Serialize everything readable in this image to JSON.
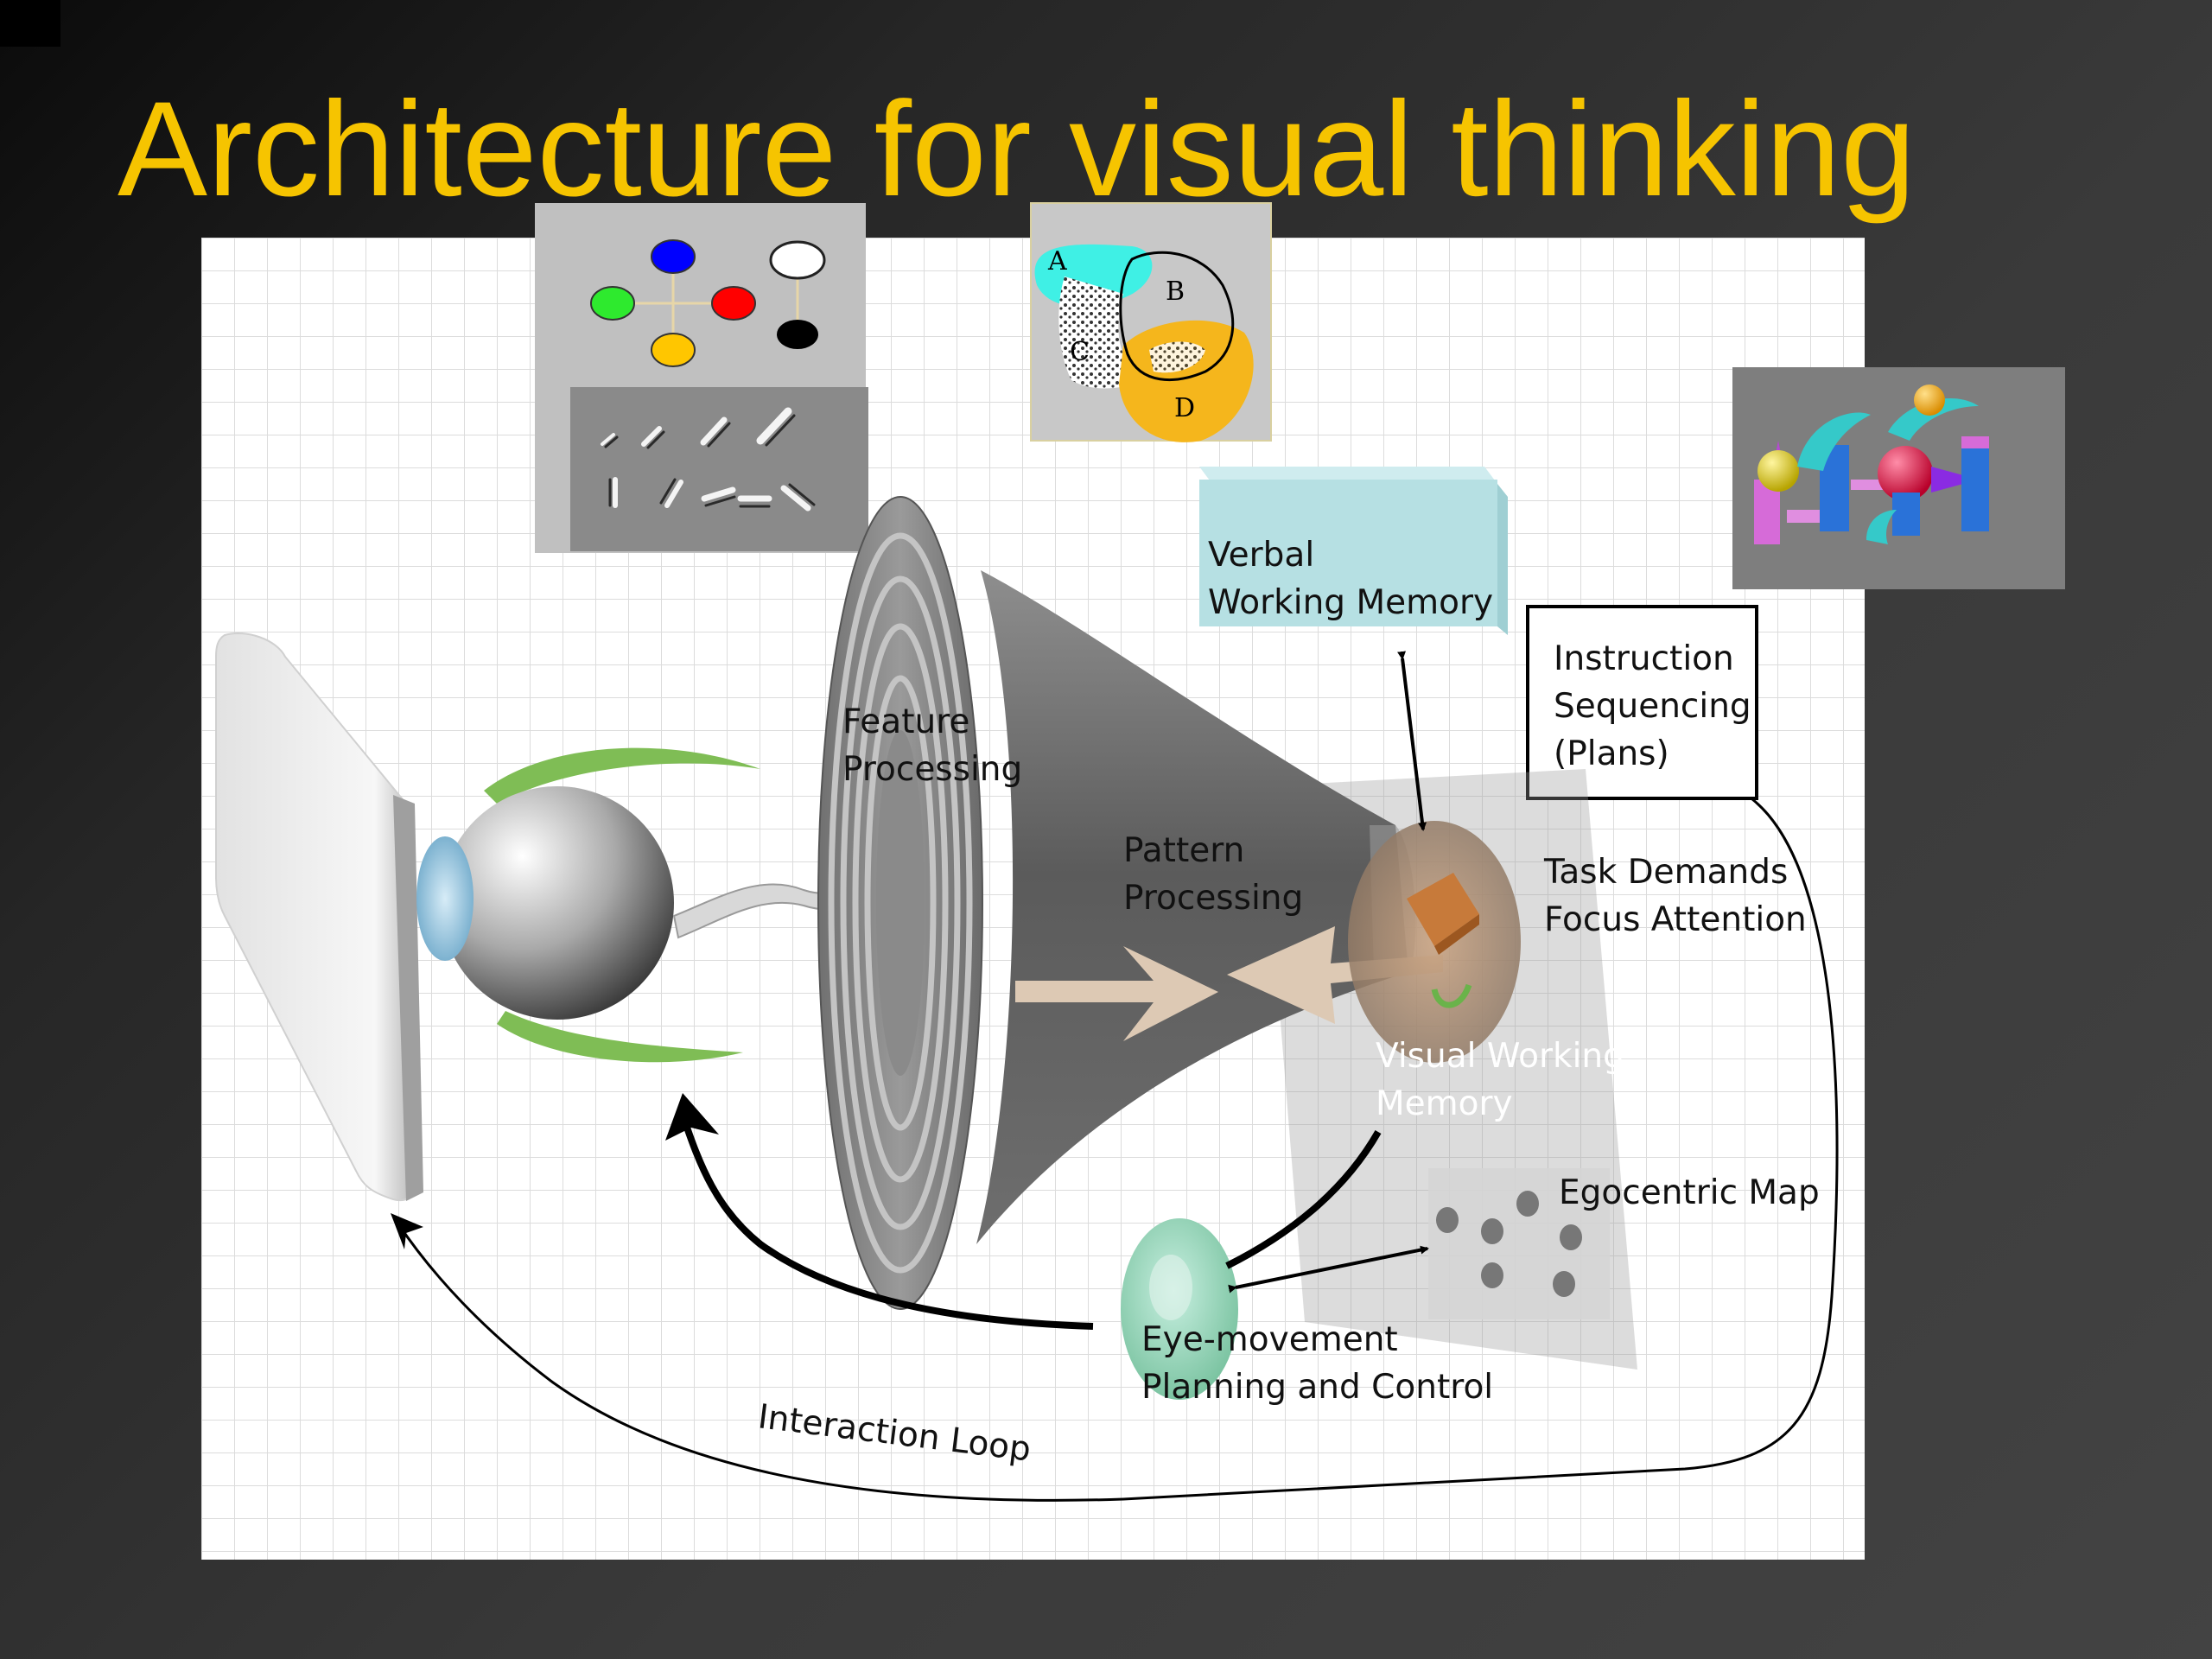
{
  "slide": {
    "title": "Architecture for visual thinking"
  },
  "labels": {
    "verbal_wm": [
      "Verbal",
      "Working Memory"
    ],
    "instruction": [
      "Instruction",
      "Sequencing",
      "(Plans)"
    ],
    "feature": [
      "Feature",
      "Processing"
    ],
    "pattern": [
      "Pattern",
      "Processing"
    ],
    "task": [
      "Task Demands",
      "Focus Attention"
    ],
    "visual_wm": [
      "Visual Working",
      "Memory"
    ],
    "egocentric": "Egocentric Map",
    "eye_movement": [
      "Eye-movement",
      "Planning and Control"
    ],
    "interaction": "Interaction Loop"
  },
  "venn_letters": [
    "A",
    "B",
    "C",
    "D"
  ],
  "colors": {
    "title": "#f6c400",
    "verbal_box": "#b6e0e3",
    "eye_planner": "#8fd0b2",
    "gabor_panel": "#8a8a8a",
    "objects_panel": "#7e7e7e"
  },
  "icons": [
    "eye-icon",
    "funnel-icon",
    "display-screen-icon"
  ]
}
